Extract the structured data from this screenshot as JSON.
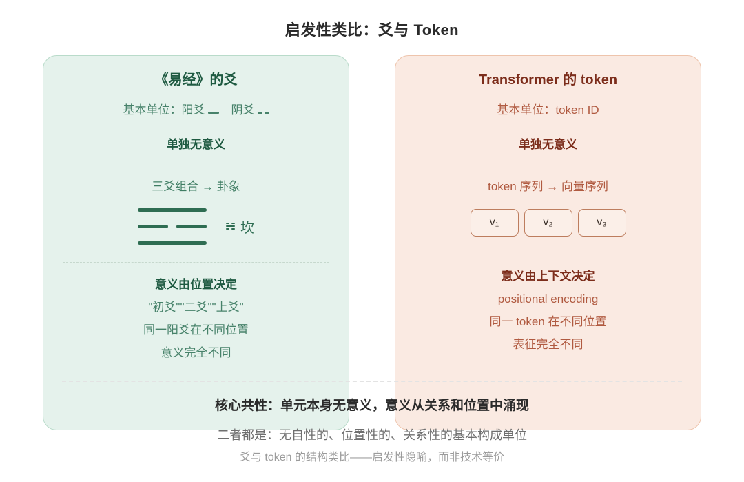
{
  "title": "启发性类比：爻与 Token",
  "left_panel": {
    "header": "《易经》的爻",
    "basic_unit_prefix": "基本单位：阳爻",
    "yin_label": "阴爻",
    "claim_alone": "单独无意义",
    "combine_line": "三爻组合 → 卦象",
    "trigram_name": "坎",
    "trigram_pattern": [
      "solid",
      "broken",
      "solid"
    ],
    "position_title": "意义由位置决定",
    "position_lines": [
      "\"初爻\"\"二爻\"\"上爻\"",
      "同一阳爻在不同位置",
      "意义完全不同"
    ]
  },
  "right_panel": {
    "header": "Transformer 的 token",
    "basic_unit": "基本单位：token ID",
    "claim_alone": "单独无意义",
    "combine_line": "token 序列 → 向量序列",
    "vectors": [
      "v₁",
      "v₂",
      "v₃"
    ],
    "context_title": "意义由上下文决定",
    "context_lines": [
      "positional encoding",
      "同一 token 在不同位置",
      "表征完全不同"
    ]
  },
  "footer": {
    "core_line": "核心共性：单元本身无意义，意义从关系和位置中涌现",
    "both_line": "二者都是：无自性的、位置性的、关系性的基本构成单位",
    "note_line": "爻与 token 的结构类比——启发性隐喻，而非技术等价"
  },
  "icons": {
    "yang_yao_symbol": "⚊",
    "yin_yao_symbol": "⚋",
    "kan_trigram_glyph": "☵"
  },
  "colors": {
    "left_bg": "#e5f2ec",
    "left_border": "#b9dbca",
    "left_dark": "#1e5a41",
    "left_body": "#47826a",
    "trigram_line": "#2e6d52",
    "right_bg": "#faeae2",
    "right_border": "#eec4ac",
    "right_dark": "#7c2d1b",
    "right_body": "#b05a40",
    "vector_box_border": "#bd7d5e",
    "title_text": "#2b2b2b",
    "gray_text": "#6f6f6f",
    "light_gray_text": "#9b9b9b"
  }
}
